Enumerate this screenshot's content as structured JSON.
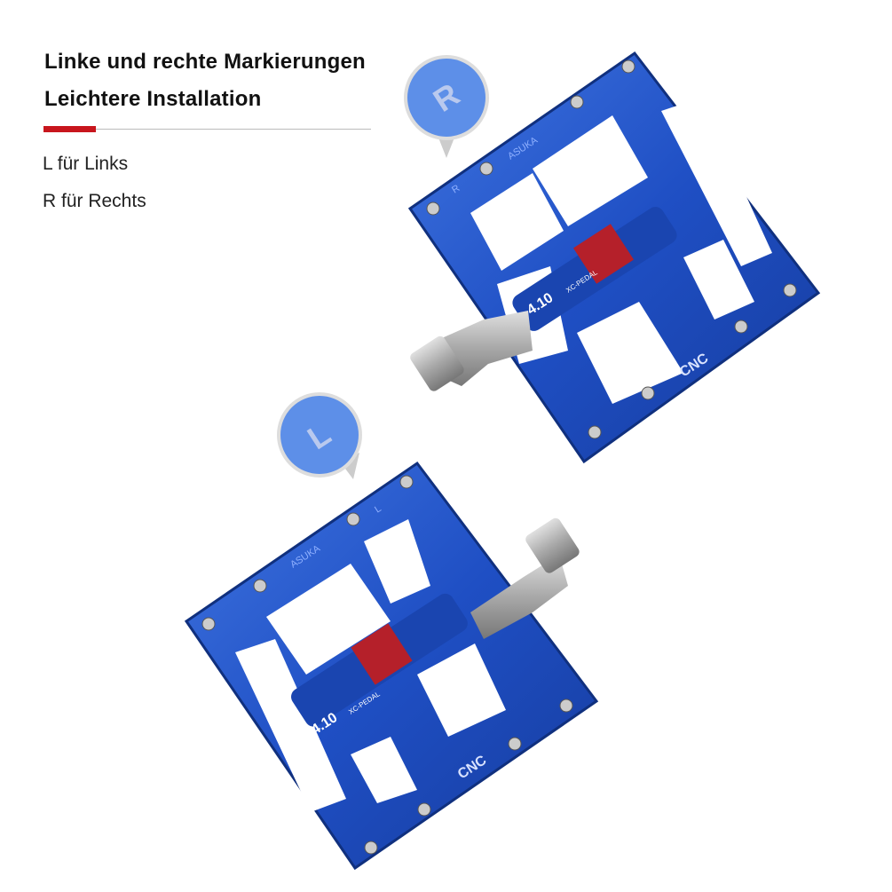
{
  "heading": {
    "line1": "Linke und rechte Markierungen",
    "line2": "Leichtere Installation"
  },
  "legend": {
    "left": "L für Links",
    "right": "R für Rechts"
  },
  "product": {
    "model": "4.10",
    "series": "XC-PEDAL",
    "process": "CNC",
    "brand_text": "ASUKA",
    "right_mark": "R",
    "left_mark": "L"
  },
  "colors": {
    "accent": "#c8161d",
    "pedal_blue": "#1f4fc4",
    "sleeve_red": "#b5202a",
    "spindle": "#a8a8a8"
  }
}
